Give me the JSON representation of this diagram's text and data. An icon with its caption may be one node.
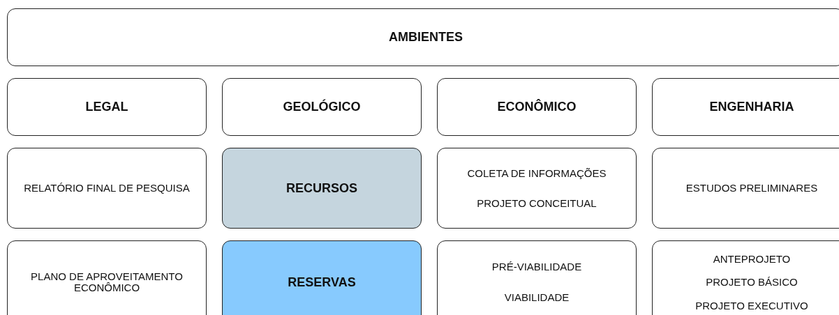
{
  "diagram": {
    "nodes": [
      {
        "text": [
          "AMBIENTES"
        ]
      },
      {
        "text": [
          "LEGAL"
        ]
      },
      {
        "text": [
          "GEOLÓGICO"
        ]
      },
      {
        "text": [
          "ECONÔMICO"
        ]
      },
      {
        "text": [
          "ENGENHARIA"
        ]
      },
      {
        "text": [
          "RELATÓRIO FINAL DE PESQUISA"
        ]
      },
      {
        "text": [
          "RECURSOS"
        ]
      },
      {
        "text": [
          "COLETA DE INFORMAÇÕES",
          "PROJETO CONCEITUAL"
        ]
      },
      {
        "text": [
          "ESTUDOS PRELIMINARES"
        ]
      },
      {
        "text": [
          "PLANO DE APROVEITAMENTO ECONÔMICO"
        ]
      },
      {
        "text": [
          "RESERVAS"
        ]
      },
      {
        "text": [
          "PRÉ-VIABILIDADE",
          "VIABILIDADE"
        ]
      },
      {
        "text": [
          "ANTEPROJETO",
          "PROJETO BÁSICO",
          "PROJETO EXECUTIVO"
        ]
      }
    ]
  }
}
